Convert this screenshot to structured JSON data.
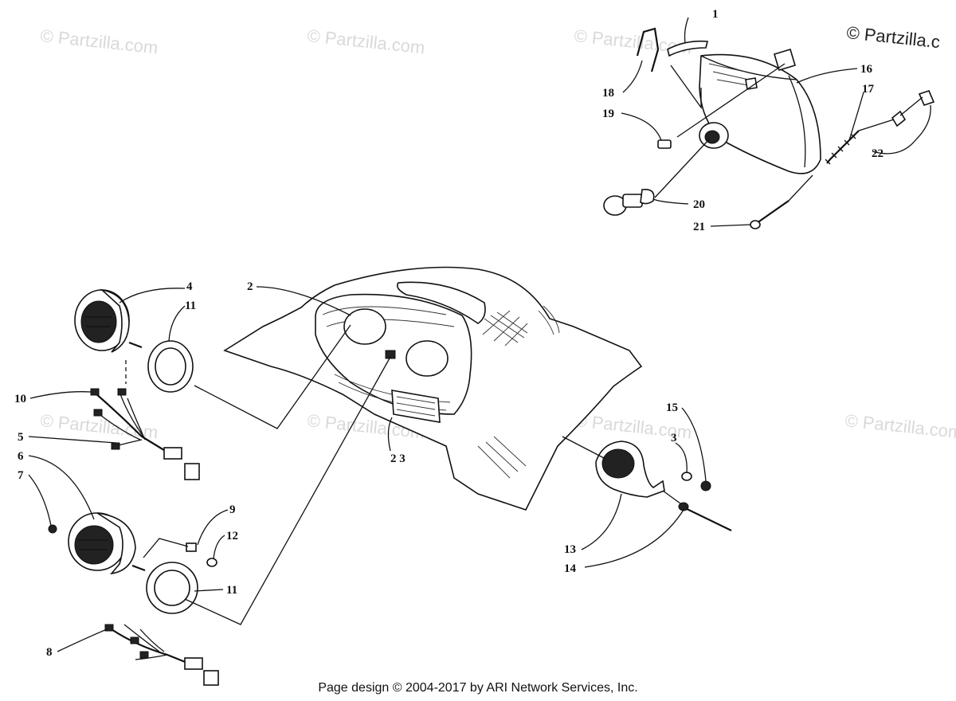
{
  "watermarks": [
    "© Partzilla.com",
    "© Partzilla.com",
    "© Partzilla.com",
    "© Partzilla.com",
    "© Partzilla.com",
    "© Partzilla.com",
    "© Partzilla.com"
  ],
  "watermark_top": "© Partzilla.c",
  "footer": "Page design © 2004-2017 by ARI Network Services, Inc.",
  "callouts": {
    "c1": "1",
    "c2": "2",
    "c3": "3",
    "c4": "4",
    "c5": "5",
    "c6": "6",
    "c7": "7",
    "c8": "8",
    "c9": "9",
    "c10": "10",
    "c11a": "11",
    "c11b": "11",
    "c12": "12",
    "c13": "13",
    "c14": "14",
    "c15": "15",
    "c16": "16",
    "c17": "17",
    "c18": "18",
    "c19": "19",
    "c20": "20",
    "c21": "21",
    "c22": "22",
    "c23": "2 3"
  },
  "colors": {
    "ink": "#111111",
    "watermark": "#d9d9d9",
    "background": "#ffffff"
  }
}
